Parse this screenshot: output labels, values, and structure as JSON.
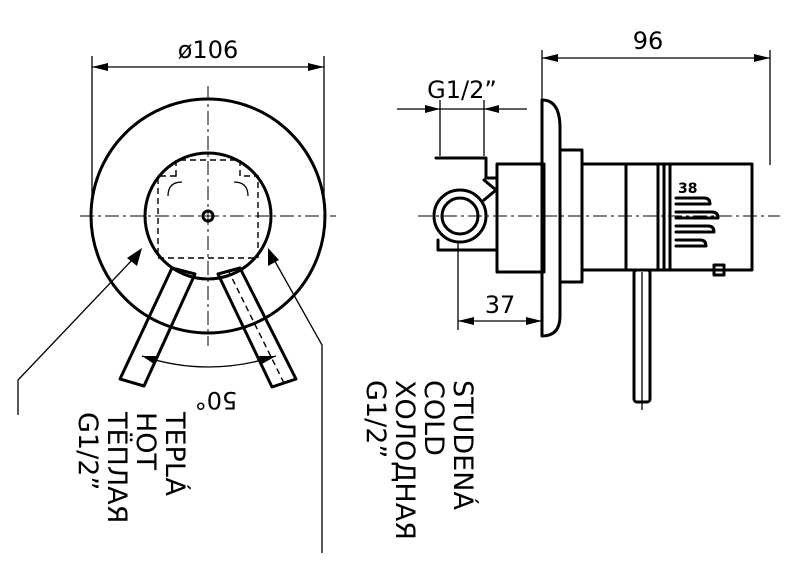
{
  "dimensions": {
    "diameter": "ø106",
    "depth": "96",
    "thread_top": "G1/2”",
    "offset": "37",
    "angle": "50°",
    "temp_mark": "38"
  },
  "labels": {
    "hot": [
      "TEPLÁ",
      "HOT",
      "TЁПЛАЯ",
      "G1/2”"
    ],
    "cold": [
      "STUDENÁ",
      "COLD",
      "ХОЛОДНАЯ",
      "G1/2”"
    ]
  }
}
